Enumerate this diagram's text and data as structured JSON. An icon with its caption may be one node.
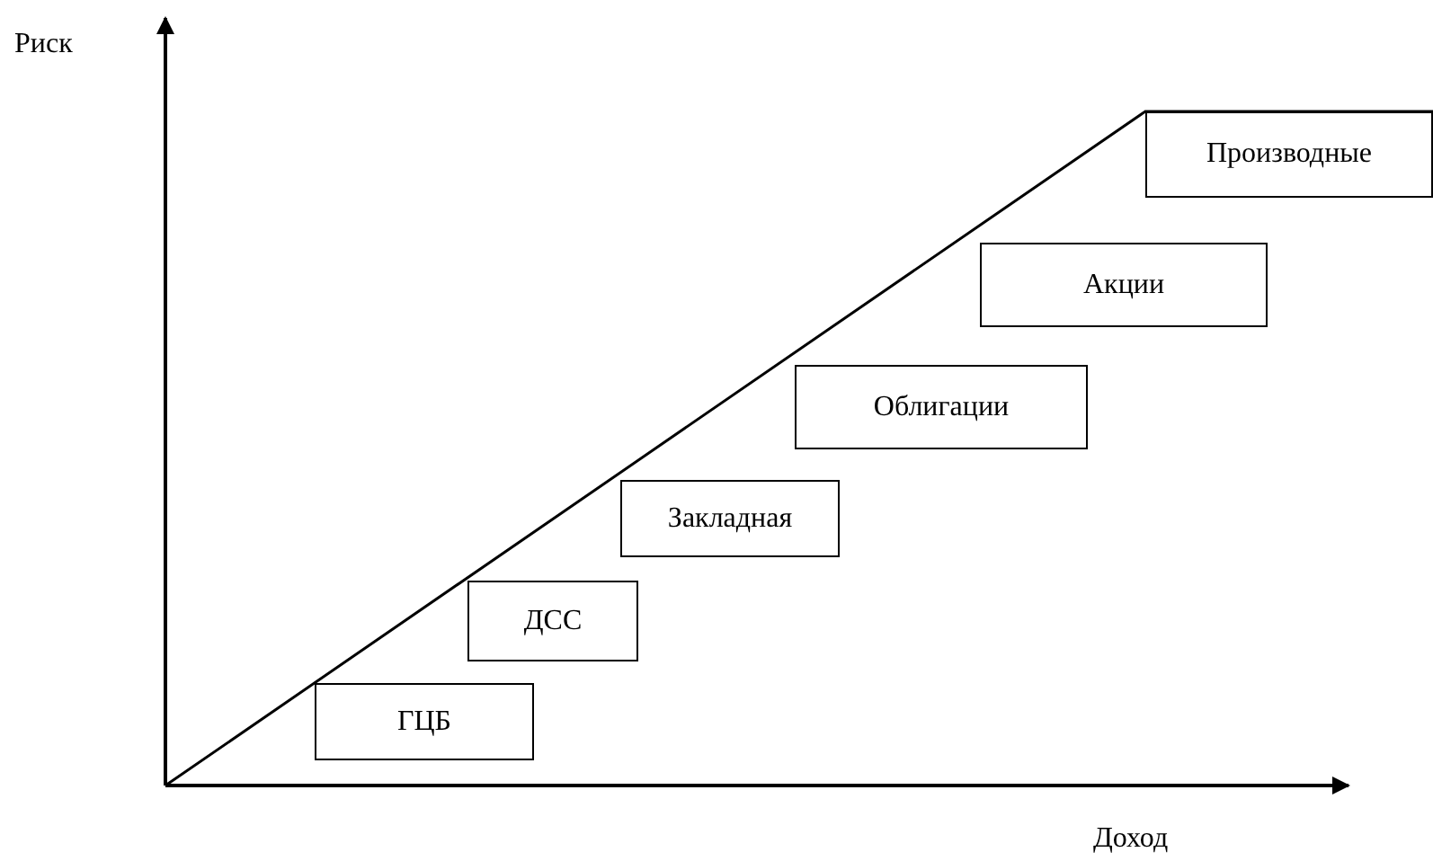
{
  "diagram": {
    "nodes": [
      {
        "text": [
          "ГЦБ"
        ]
      },
      {
        "text": [
          "ДСС"
        ]
      },
      {
        "text": [
          "Закладная"
        ]
      },
      {
        "text": [
          "Облигации"
        ]
      },
      {
        "text": [
          "Акции"
        ]
      },
      {
        "text": [
          "Производные"
        ]
      }
    ],
    "labels": [
      "Риск",
      "Доход"
    ]
  }
}
